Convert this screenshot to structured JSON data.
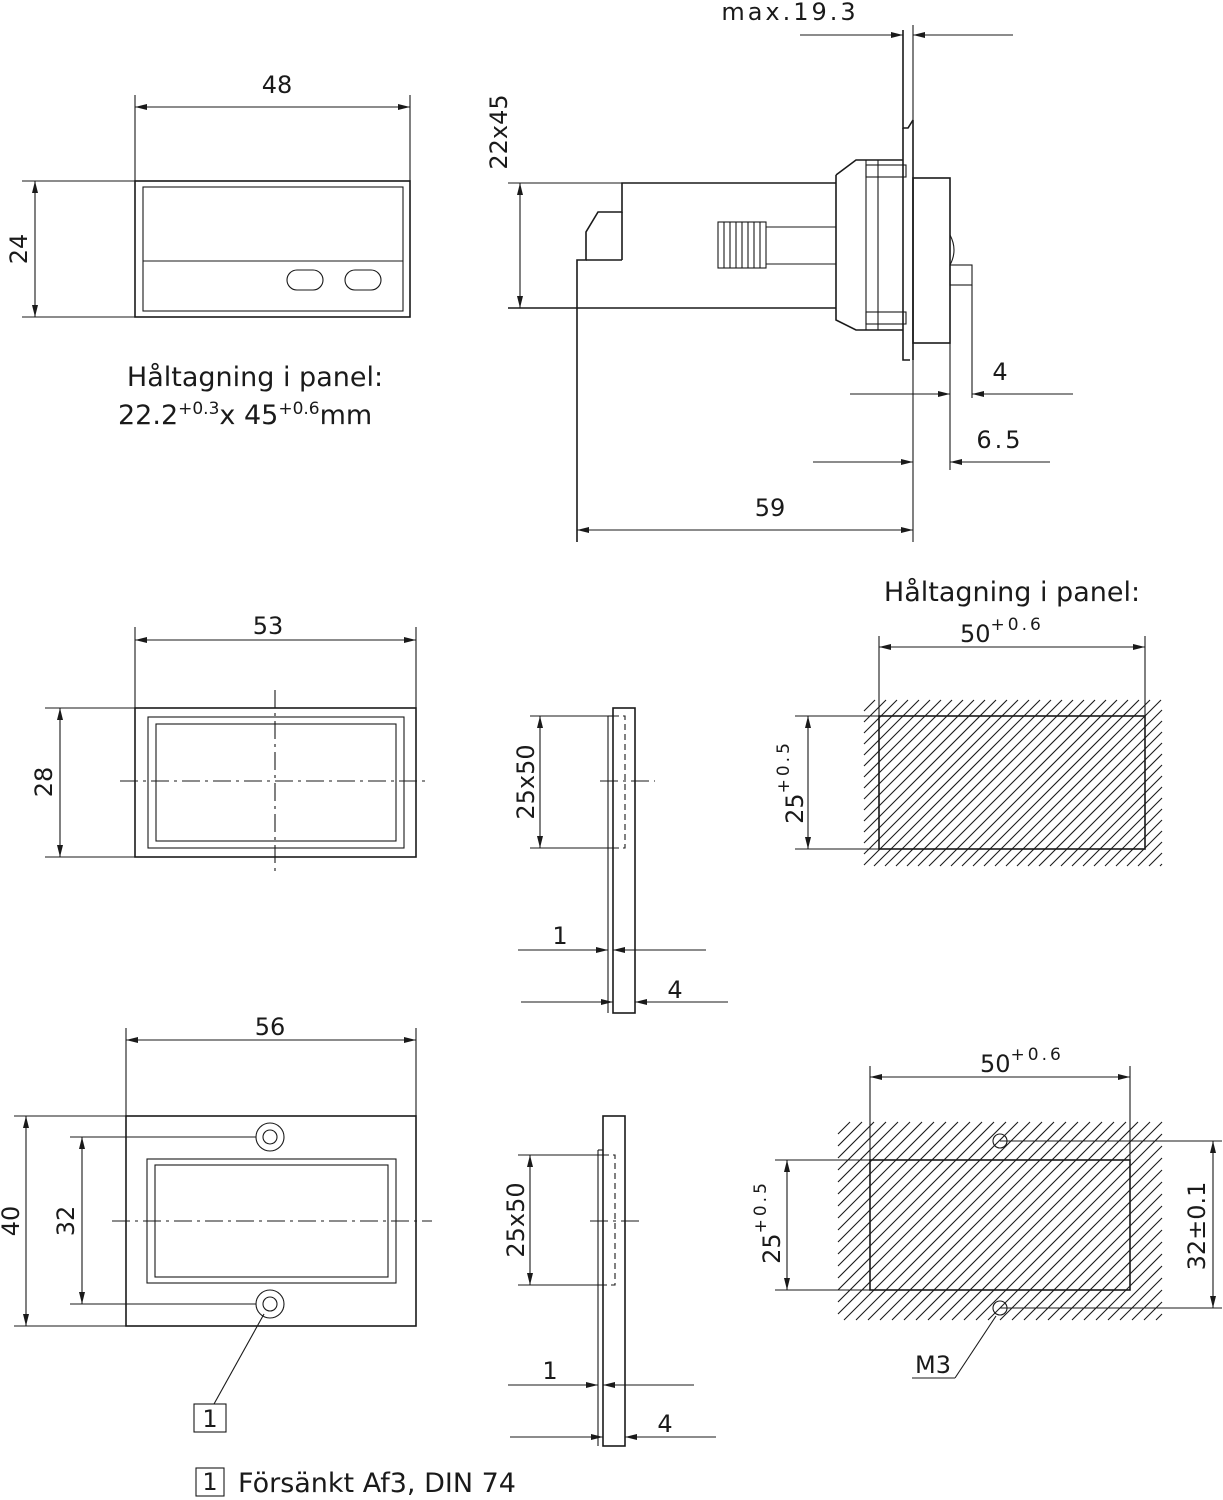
{
  "view1": {
    "width_dim": "48",
    "height_dim": "24",
    "cutout_title": "Håltagning i panel:",
    "cutout_a": "22.2",
    "cutout_a_tol": "+0.3",
    "cutout_x": "x 45",
    "cutout_b_tol": "+0.6",
    "cutout_unit": "mm"
  },
  "side_view": {
    "max_dim": "max.19.3",
    "panel_dim": "22x45",
    "dim_4": "4",
    "dim_6_5": "6.5",
    "dim_59": "59"
  },
  "view2": {
    "width_dim": "53",
    "height_dim": "28",
    "side_dim": "25x50",
    "dim_1": "1",
    "dim_4": "4",
    "cutout_title": "Håltagning i panel:",
    "cutout_w": "50",
    "cutout_w_tol": "+0.6",
    "cutout_h": "25",
    "cutout_h_tol": "+0.5"
  },
  "view3": {
    "width_dim": "56",
    "height_dim": "40",
    "hole_pitch": "32",
    "side_dim": "25x50",
    "dim_1": "1",
    "dim_4": "4",
    "cutout_w": "50",
    "cutout_w_tol": "+0.6",
    "cutout_h": "25",
    "cutout_h_tol": "+0.5",
    "pitch_dim": "32±0.1",
    "thread": "M3",
    "callout_num": "1"
  },
  "legend": {
    "num": "1",
    "text": "Försänkt Af3, DIN 74"
  }
}
